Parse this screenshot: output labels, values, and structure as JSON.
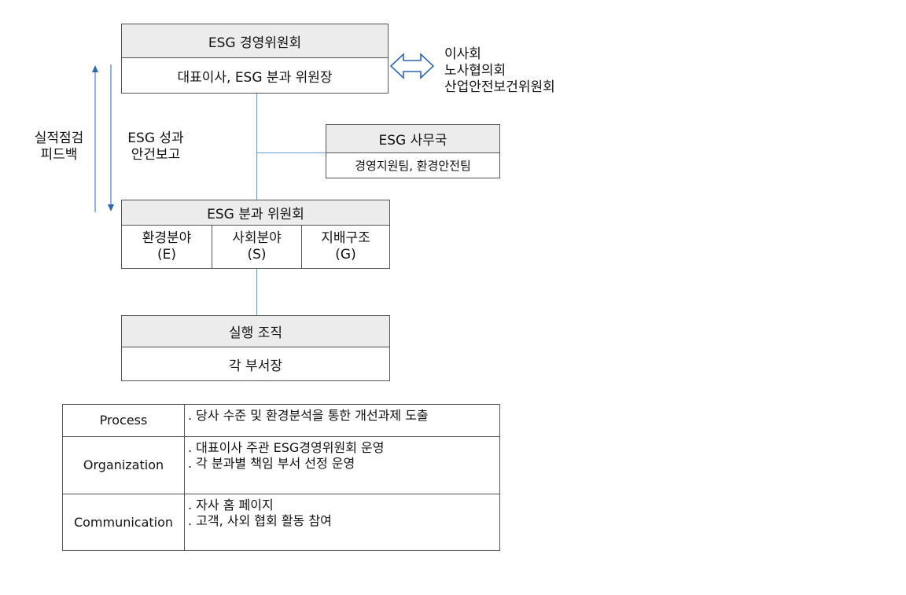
{
  "committee": {
    "title": "ESG 경영위원회",
    "members": "대표이사, ESG 분과 위원장"
  },
  "partners": [
    "이사회",
    "노사협의회",
    "산업안전보건위원회"
  ],
  "secretariat": {
    "title": "ESG 사무국",
    "members": "경영지원팀, 환경안전팀"
  },
  "feedback_label": [
    "실적점검",
    "피드백"
  ],
  "report_label": [
    "ESG 성과",
    "안건보고"
  ],
  "subcommittee": {
    "title": "ESG 분과 위원회",
    "divisions": [
      {
        "name": "환경분야",
        "code": "(E)"
      },
      {
        "name": "사회분야",
        "code": "(S)"
      },
      {
        "name": "지배구조",
        "code": "(G)"
      }
    ]
  },
  "execution": {
    "title": "실행 조직",
    "members": "각 부서장"
  },
  "info_table": [
    {
      "label": "Process",
      "lines": [
        ". 당사 수준 및 환경분석을 통한 개선과제 도출"
      ]
    },
    {
      "label": "Organization",
      "lines": [
        ". 대표이사 주관 ESG경영위원회 운영",
        ". 각 분과별 책임 부서 선정 운영"
      ]
    },
    {
      "label": "Communication",
      "lines": [
        ". 자사 홈 페이지",
        ". 고객, 사외 협회 활동 참여"
      ]
    }
  ],
  "colors": {
    "connector": "#6a9bd1",
    "arrow": "#2f67b1",
    "header_fill": "#ececec",
    "border": "#555555"
  },
  "icons": {
    "partner_arrow": "double-headed-arrow-icon",
    "feedback_arrow": "arrow-up-icon",
    "report_arrow": "arrow-down-icon"
  }
}
